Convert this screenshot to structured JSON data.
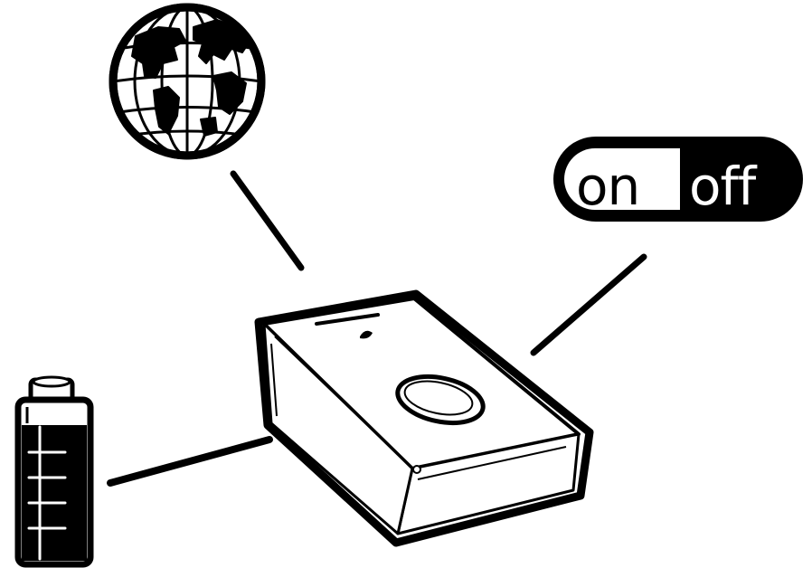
{
  "toggle": {
    "on_label": "on",
    "off_label": "off",
    "state": "off"
  },
  "icons": {
    "globe": "globe-icon",
    "toggle": "on-off-toggle-icon",
    "battery": "battery-icon",
    "device": "device-box"
  },
  "colors": {
    "ink": "#000000",
    "paper": "#ffffff"
  }
}
